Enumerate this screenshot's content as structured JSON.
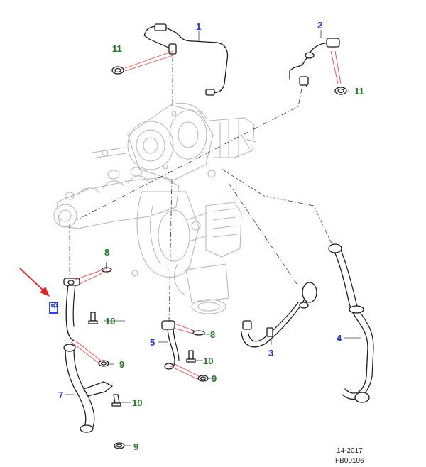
{
  "callouts": {
    "c1": "1",
    "c2": "2",
    "c3": "3",
    "c4": "4",
    "c5": "5",
    "c6": "6",
    "c7": "7",
    "c8a": "8",
    "c8b": "8",
    "c9a": "9",
    "c9b": "9",
    "c9c": "9",
    "c10a": "10",
    "c10b": "10",
    "c10c": "10",
    "c11a": "11",
    "c11b": "11"
  },
  "footer": {
    "date_code": "14-2017",
    "figure_id": "FB00106"
  },
  "colors": {
    "part_label": "#1a2fd6",
    "fastener_label": "#1e7a1e",
    "highlight_box": "#1a2fd6",
    "arrow": "#e02020",
    "leader_red": "#e24a4a"
  },
  "highlight": {
    "part": "6"
  }
}
